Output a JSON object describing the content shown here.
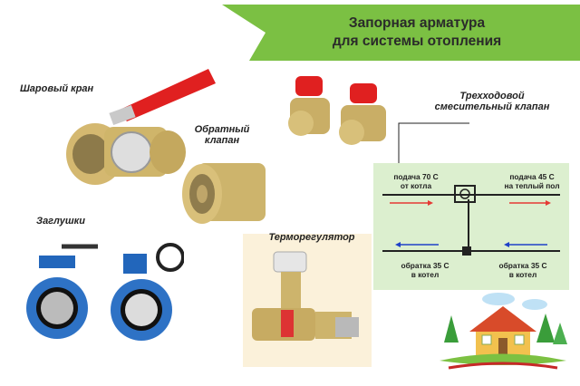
{
  "header": {
    "title_line1": "Запорная арматура",
    "title_line2": "для системы отопления",
    "banner_color": "#7bc043"
  },
  "labels": {
    "ball_valve": "Шаровый кран",
    "check_valve_line1": "Обратный",
    "check_valve_line2": "клапан",
    "plugs": "Заглушки",
    "thermoregulator": "Терморегулятор",
    "three_way_line1": "Трехходовой",
    "three_way_line2": "смесительный клапан"
  },
  "diagram": {
    "supply_left_line1": "подача 70 С",
    "supply_left_line2": "от котла",
    "supply_right_line1": "подача 45 С",
    "supply_right_line2": "на теплый пол",
    "return_left_line1": "обратка 35 С",
    "return_left_line2": "в котел",
    "return_right_line1": "обратка 35 С",
    "return_right_line2": "в котел",
    "supply_arrow_color": "#e53935",
    "return_arrow_color": "#1e40c8",
    "background_color": "#dcefcf"
  }
}
